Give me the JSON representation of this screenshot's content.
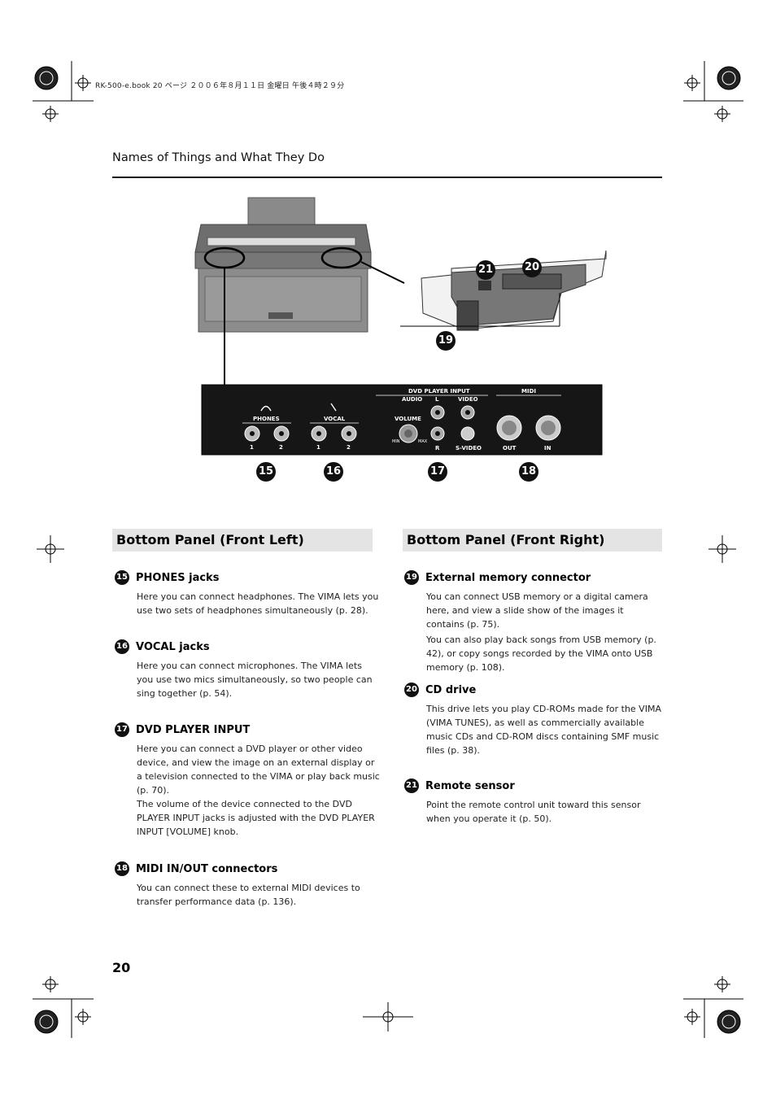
{
  "file_header": "RK-500-e.book 20 ページ ２００６年８月１１日 金曜日 午後４時２９分",
  "running_head": "Names of Things and What They Do",
  "page_number": "20",
  "figure": {
    "callouts": {
      "c15": "15",
      "c16": "16",
      "c17": "17",
      "c18": "18",
      "c19": "19",
      "c20": "20",
      "c21": "21"
    },
    "panel_labels": {
      "dvd_player_input": "DVD PLAYER INPUT",
      "audio": "AUDIO",
      "l": "L",
      "video": "VIDEO",
      "volume": "VOLUME",
      "min": "MIN",
      "max": "MAX",
      "r": "R",
      "s_video": "S-VIDEO",
      "midi": "MIDI",
      "out": "OUT",
      "in": "IN",
      "phones": "PHONES",
      "vocal": "VOCAL",
      "one_a": "1",
      "two_a": "2",
      "one_b": "1",
      "two_b": "2"
    }
  },
  "left_column": {
    "title": "Bottom Panel (Front Left)",
    "items": [
      {
        "num": "15",
        "heading": "PHONES jacks",
        "paras": [
          "Here you can connect headphones. The VIMA lets you use two sets of headphones simultaneously (p. 28)."
        ]
      },
      {
        "num": "16",
        "heading": "VOCAL jacks",
        "paras": [
          "Here you can connect microphones. The VIMA lets you use two mics simultaneously, so two people can sing together (p. 54)."
        ]
      },
      {
        "num": "17",
        "heading": "DVD PLAYER INPUT",
        "paras": [
          "Here you can connect a DVD player or other video device, and view the image on an external display or a television connected to the VIMA or play back music (p. 70).",
          "The volume of the device connected to the DVD PLAYER INPUT jacks is adjusted with the DVD PLAYER INPUT [VOLUME] knob."
        ]
      },
      {
        "num": "18",
        "heading": "MIDI IN/OUT connectors",
        "paras": [
          "You can connect these to external MIDI devices to transfer performance data (p. 136)."
        ]
      }
    ]
  },
  "right_column": {
    "title": "Bottom Panel (Front Right)",
    "items": [
      {
        "num": "19",
        "heading": "External memory connector",
        "paras": [
          "You can connect USB memory or a digital camera here, and view a slide show of the images it contains (p. 75).",
          "You can also play back songs from USB memory (p. 42), or copy songs recorded by the VIMA onto USB memory (p. 108)."
        ]
      },
      {
        "num": "20",
        "heading": "CD drive",
        "paras": [
          "This drive lets you play CD-ROMs made for the VIMA (VIMA TUNES), as well as commercially available music CDs and CD-ROM discs containing SMF music files (p. 38)."
        ]
      },
      {
        "num": "21",
        "heading": "Remote sensor",
        "paras": [
          "Point the remote control unit toward this sensor when you operate it (p. 50)."
        ]
      }
    ]
  }
}
